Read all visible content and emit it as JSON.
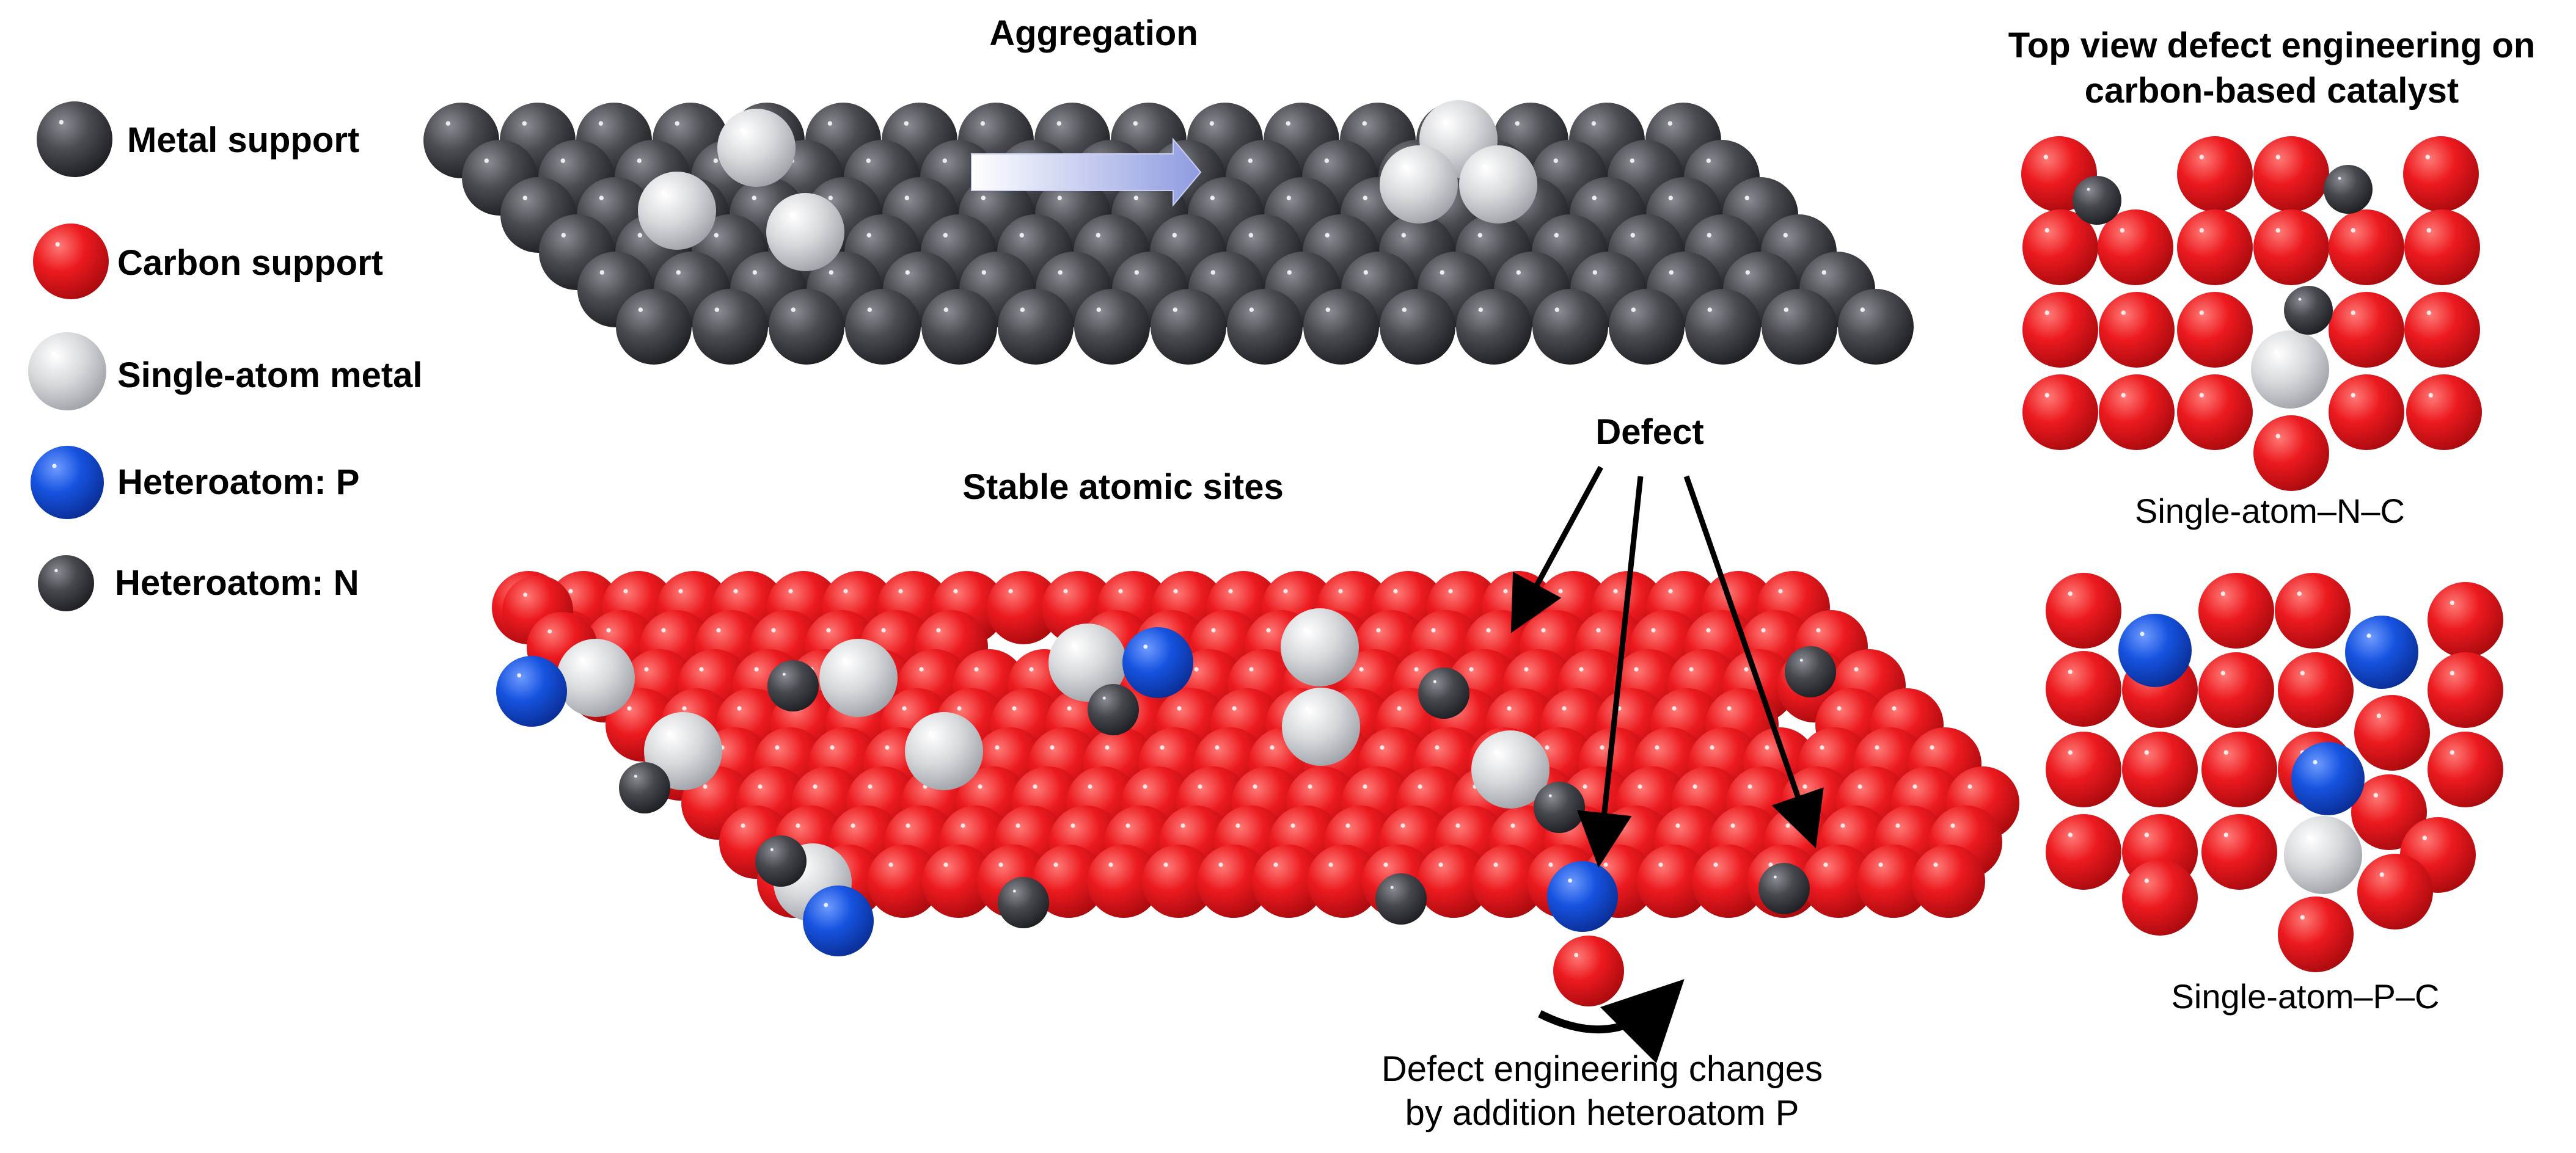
{
  "titles": {
    "aggregation": "Aggregation",
    "stable_sites": "Stable atomic sites",
    "top_view_line1": "Top view defect engineering on",
    "top_view_line2": "carbon-based catalyst"
  },
  "legend": [
    {
      "label": "Metal support",
      "atom": "metal"
    },
    {
      "label": "Carbon support",
      "atom": "carbon"
    },
    {
      "label": "Single-atom metal",
      "atom": "single"
    },
    {
      "label": "Heteroatom: P",
      "atom": "P"
    },
    {
      "label": "Heteroatom: N",
      "atom": "N"
    }
  ],
  "annotations": {
    "defect": "Defect",
    "engineering_line1": "Defect engineering changes",
    "engineering_line2": "by addition heteroatom P"
  },
  "panels": {
    "nc_label": "Single-atom–N–C",
    "pc_label": "Single-atom–P–C"
  },
  "colors": {
    "metal": "#3c3d42",
    "carbon": "#e8151b",
    "single": "#d2d4d6",
    "phosphorus": "#1550d8",
    "nitrogen": "#3c3d42",
    "arrow": "#b7c0ec"
  }
}
